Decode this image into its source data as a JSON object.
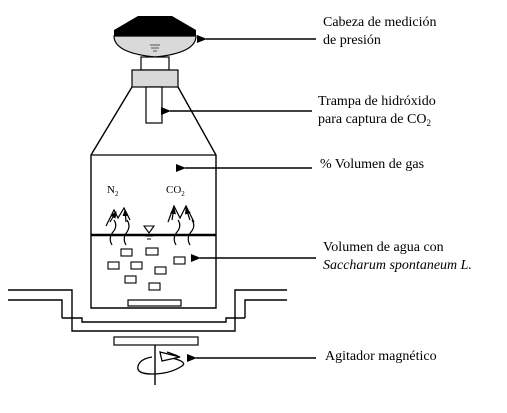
{
  "colors": {
    "stroke": "#000000",
    "cap_dark": "#000000",
    "cap_light": "#d9d9d9",
    "background": "#ffffff"
  },
  "labels": {
    "pressure_head": {
      "line1": "Cabeza de medición",
      "line2": "de presión"
    },
    "hydroxide_trap": {
      "line1": "Trampa de hidróxido",
      "line2_main": "para captura de CO",
      "line2_sub": "2"
    },
    "gas_volume": "%  Volumen de gas",
    "water_volume": {
      "line1": "Volumen de agua con",
      "line2_italic": "Saccharum spontaneum L."
    },
    "stirrer": "Agitador magnético"
  },
  "inner_labels": {
    "n2_main": "N",
    "n2_sub": "2",
    "co2_main": "CO",
    "co2_sub": "2"
  },
  "icons": {
    "pressure_head": "pressure-gauge-cap-icon",
    "stirrer": "rotation-arrow-icon",
    "water_level": "water-level-triangle-icon"
  }
}
